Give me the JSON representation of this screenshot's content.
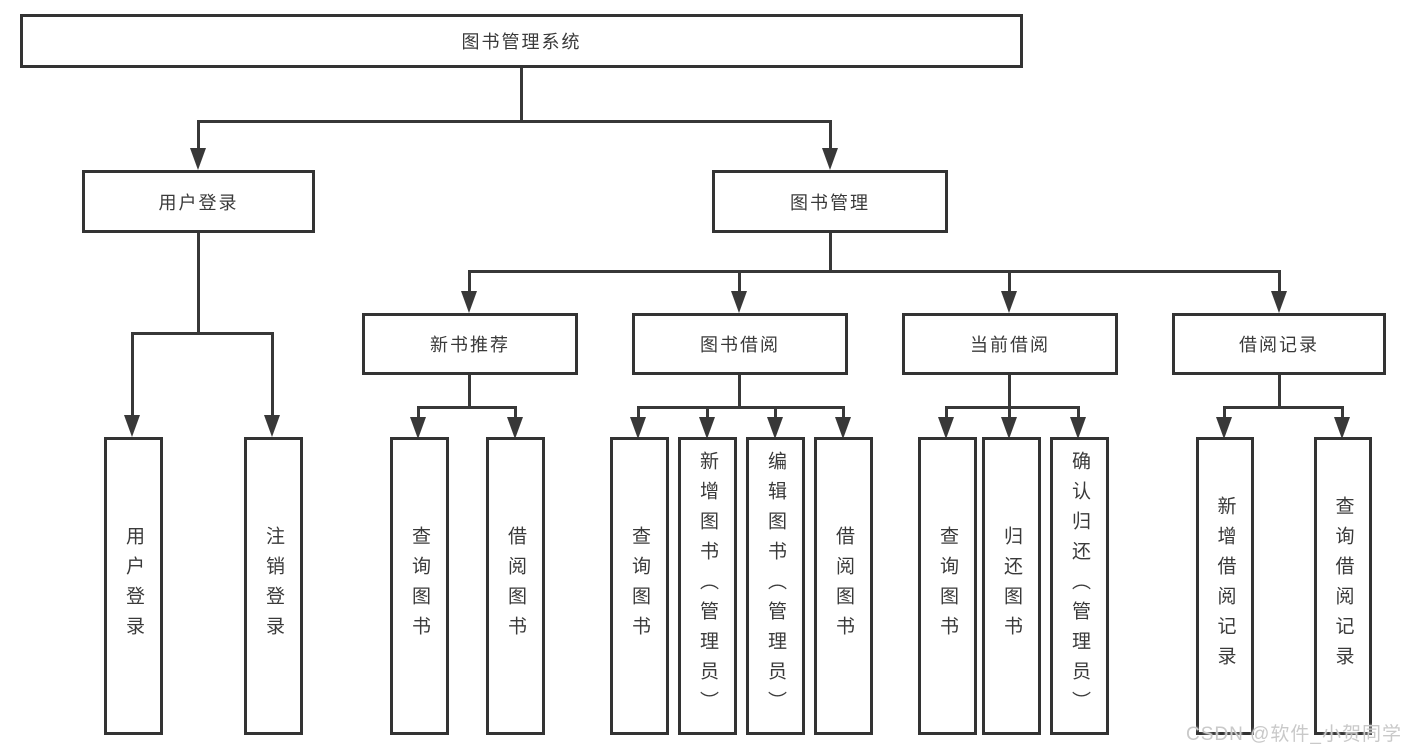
{
  "colors": {
    "line": "#383838",
    "box_border": "#333333",
    "box_text": "#3a3a3a",
    "background": "#ffffff",
    "watermark": "#c9c9c9"
  },
  "diagram": {
    "root": {
      "label": "图书管理系统"
    },
    "level2": [
      {
        "label": "用户登录"
      },
      {
        "label": "图书管理"
      }
    ],
    "level3": [
      {
        "label": "新书推荐"
      },
      {
        "label": "图书借阅"
      },
      {
        "label": "当前借阅"
      },
      {
        "label": "借阅记录"
      }
    ],
    "leaves": [
      {
        "label": "用户登录"
      },
      {
        "label": "注销登录"
      },
      {
        "label": "查询图书"
      },
      {
        "label": "借阅图书"
      },
      {
        "label": "查询图书"
      },
      {
        "label": "新增图书（管理员）"
      },
      {
        "label": "编辑图书（管理员）"
      },
      {
        "label": "借阅图书"
      },
      {
        "label": "查询图书"
      },
      {
        "label": "归还图书"
      },
      {
        "label": "确认归还（管理员）"
      },
      {
        "label": "新增借阅记录"
      },
      {
        "label": "查询借阅记录"
      }
    ]
  },
  "watermark": {
    "text": "CSDN @软件_小贺同学"
  }
}
